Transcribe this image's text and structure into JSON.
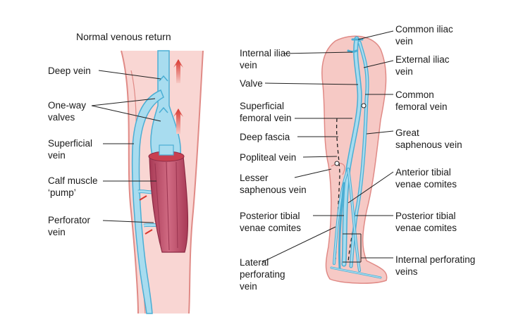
{
  "left_panel": {
    "title": "Normal venous return",
    "labels": {
      "deep_vein": "Deep vein",
      "one_way_valves": "One-way\nvalves",
      "superficial_vein": "Superficial\nvein",
      "calf_muscle_pump": "Calf muscle\n‘pump’",
      "perforator_vein": "Perforator\nvein"
    }
  },
  "right_panel": {
    "labels": {
      "internal_iliac_vein": "Internal iliac\nvein",
      "valve": "Valve",
      "superficial_femoral_vein": "Superficial\nfemoral vein",
      "deep_fascia": "Deep fascia",
      "popliteal_vein": "Popliteal vein",
      "lesser_saphenous_vein": "Lesser\nsaphenous vein",
      "posterior_tibial_venae_comites_left": "Posterior tibial\nvenae comites",
      "lateral_perforating_vein": "Lateral\nperforating\nvein",
      "common_iliac_vein": "Common iliac\nvein",
      "external_iliac_vein": "External iliac\nvein",
      "common_femoral_vein": "Common\nfemoral vein",
      "great_saphenous_vein": "Great\nsaphenous vein",
      "anterior_tibial_venae_comites": "Anterior tibial\nvenae comites",
      "posterior_tibial_venae_comites_right": "Posterior tibial\nvenae comites",
      "internal_perforating_veins": "Internal perforating\nveins"
    }
  },
  "colors": {
    "vein": "#a8dcef",
    "vein_outline": "#4aaed4",
    "skin": "#f6c9c5",
    "skin_outline": "#e08a86",
    "muscle": "#c0506a",
    "arrow": "#d8362e"
  }
}
